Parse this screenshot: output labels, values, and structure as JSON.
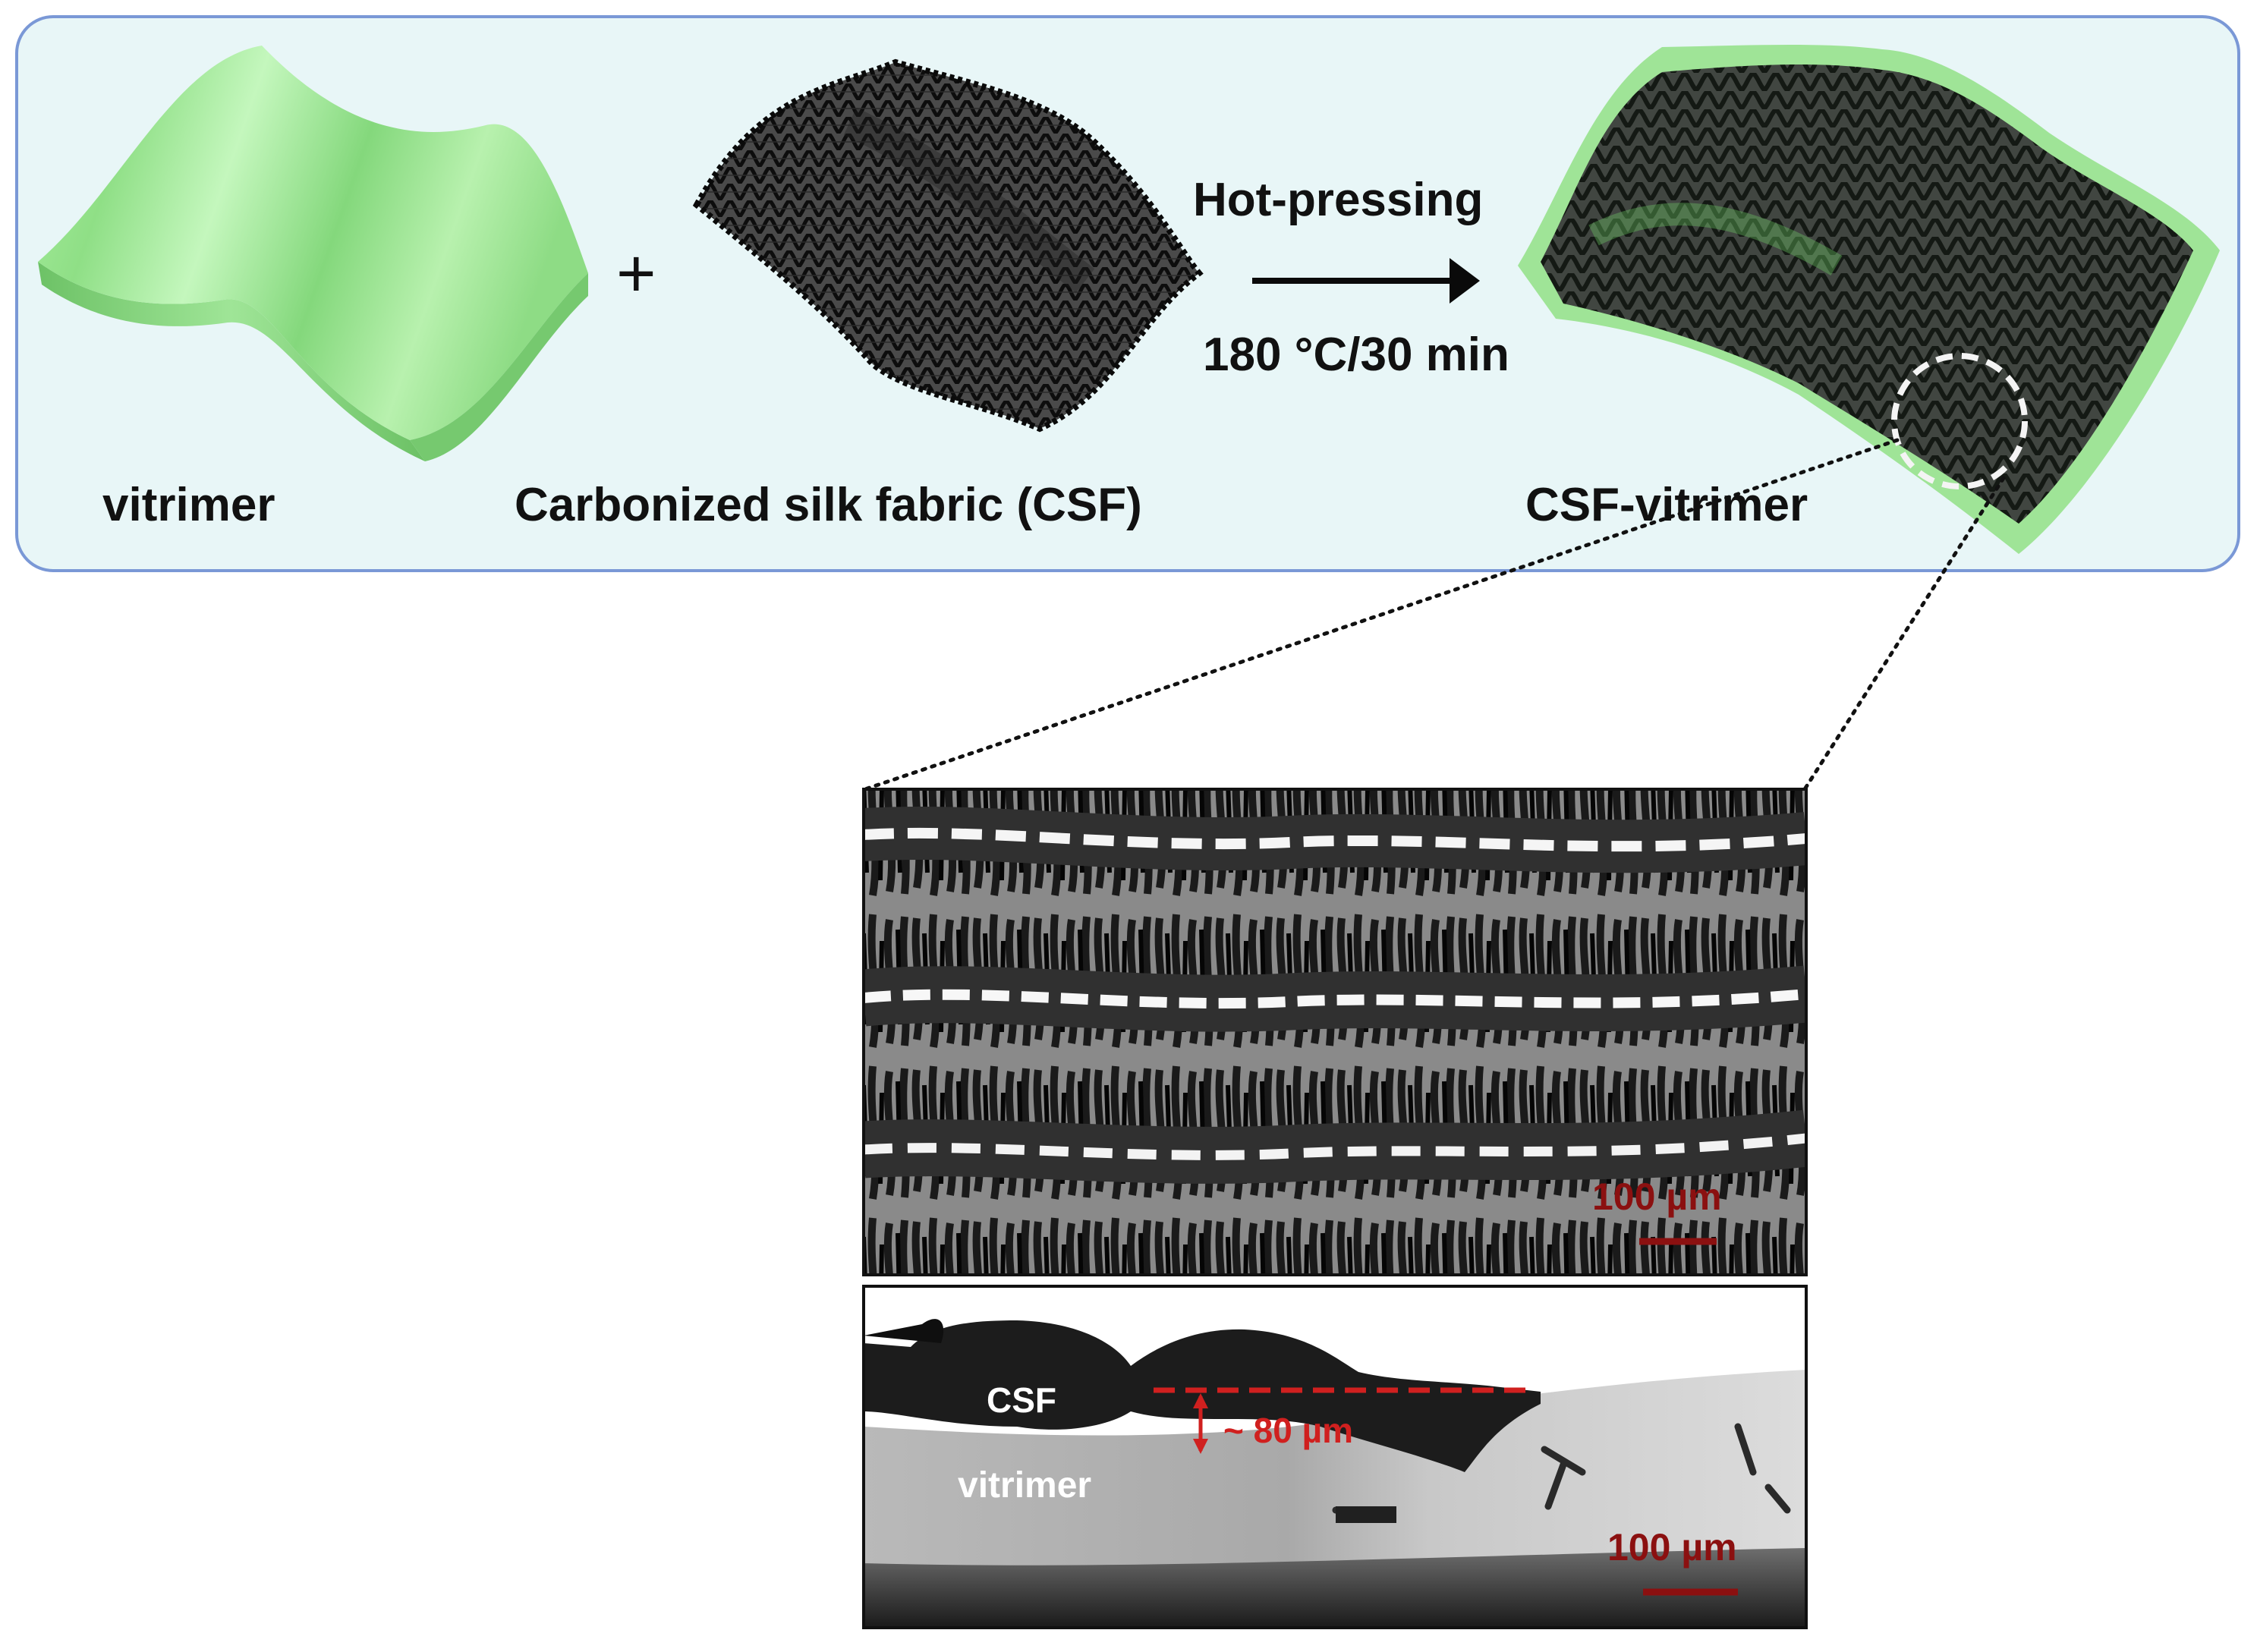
{
  "process": {
    "step1_label": "vitrimer",
    "plus_sign": "+",
    "step2_label": "Carbonized silk fabric (CSF)",
    "arrow_top_label": "Hot-pressing",
    "arrow_bottom_label": "180 °C/30 min",
    "step3_label": "CSF-vitrimer"
  },
  "micrograph_top": {
    "scale_bar_label": "100 µm"
  },
  "micrograph_bottom": {
    "csf_label": "CSF",
    "vitrimer_label": "vitrimer",
    "thickness_label": "~ 80 µm",
    "scale_bar_label": "100 µm"
  },
  "colors": {
    "panel_background": "#e8f6f7",
    "panel_border": "#7a98d6",
    "vitrimer_green": "#98e68f",
    "fabric_black": "#1c1c1c",
    "annotation_red": "#d0201f",
    "scale_bar_red": "#8b1010"
  }
}
